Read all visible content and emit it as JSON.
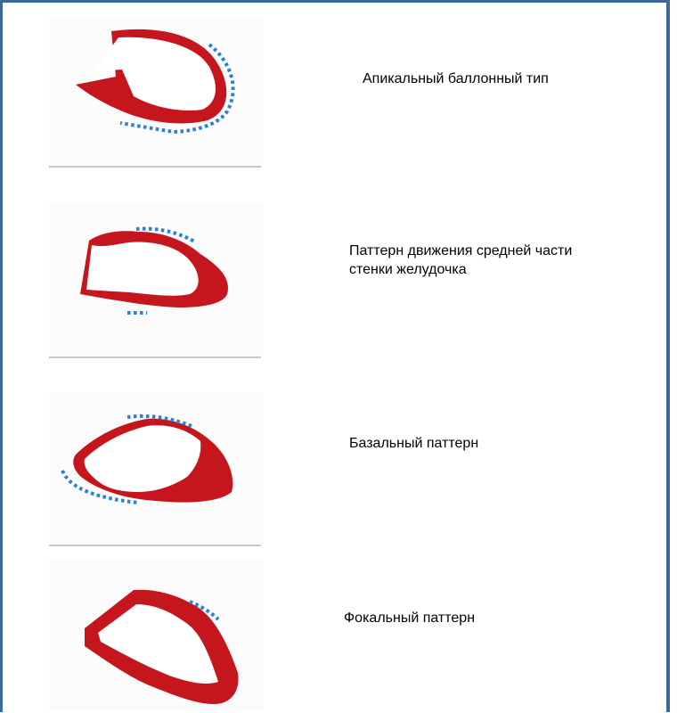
{
  "colors": {
    "wall": "#c4161c",
    "dots": "#2b7fd4",
    "frame": "#3a6a95",
    "divider": "#c8c8c8"
  },
  "items": [
    {
      "label": "Апикальный баллонный тип"
    },
    {
      "label": "Паттерн движения средней части стенки желудочка"
    },
    {
      "label": "Базальный паттерн"
    },
    {
      "label": "Фокальный паттерн"
    }
  ]
}
